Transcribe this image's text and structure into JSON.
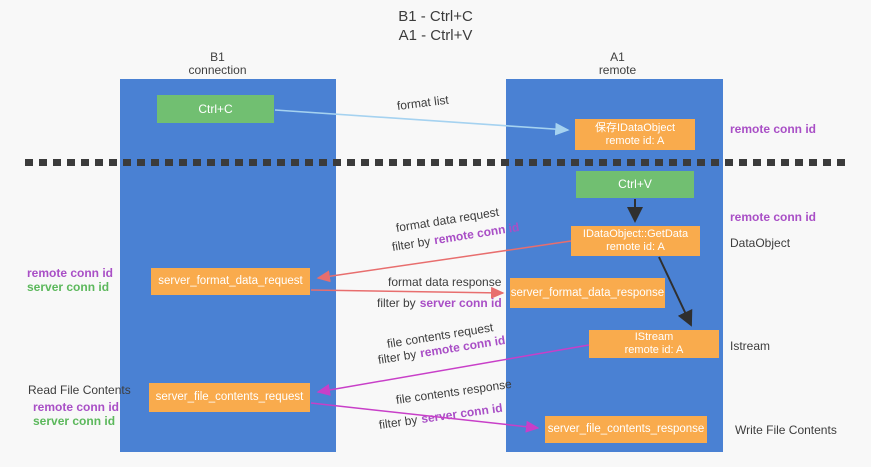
{
  "title": {
    "line1": "B1 - Ctrl+C",
    "line2": "A1 - Ctrl+V"
  },
  "lifelines": {
    "left": {
      "name": "B1",
      "role": "connection"
    },
    "right": {
      "name": "A1",
      "role": "remote"
    }
  },
  "nodes": {
    "ctrl_c": {
      "label": "Ctrl+C"
    },
    "save_idataobject": {
      "line1": "保存IDataObject",
      "line2": "remote id: A"
    },
    "ctrl_v": {
      "label": "Ctrl+V"
    },
    "idataobject_getdata": {
      "line1": "IDataObject::GetData",
      "line2": "remote id: A"
    },
    "server_format_data_request": {
      "label": "server_format_data_request"
    },
    "server_format_data_response": {
      "label": "server_format_data_response"
    },
    "istream": {
      "line1": "IStream",
      "line2": "remote id: A"
    },
    "server_file_contents_request": {
      "label": "server_file_contents_request"
    },
    "server_file_contents_response": {
      "label": "server_file_contents_response"
    }
  },
  "flow_labels": {
    "format_list": "format list",
    "format_data_request": "format data request",
    "format_data_response": "format data response",
    "file_contents_request": "file contents request",
    "file_contents_response": "file contents response",
    "filter_by": "filter by",
    "remote_conn_id": "remote conn id",
    "server_conn_id": "server conn id"
  },
  "side_labels": {
    "remote_conn_id": "remote conn id",
    "server_conn_id": "server conn id",
    "dataobject": "DataObject",
    "istream": "Istream",
    "read_file_contents": "Read File Contents",
    "write_file_contents": "Write File Contents"
  },
  "colors": {
    "lifeline_blue": "#4a81d3",
    "node_orange": "#f9ab4d",
    "node_green": "#71bf71",
    "arrow_light_blue": "#a5d2f0",
    "arrow_red": "#e86e6e",
    "arrow_magenta": "#c83fc8",
    "arrow_black": "#2f2f2f",
    "text_purple": "#a94fc6",
    "text_green": "#5cb85c",
    "background": "#f8f8f8"
  }
}
